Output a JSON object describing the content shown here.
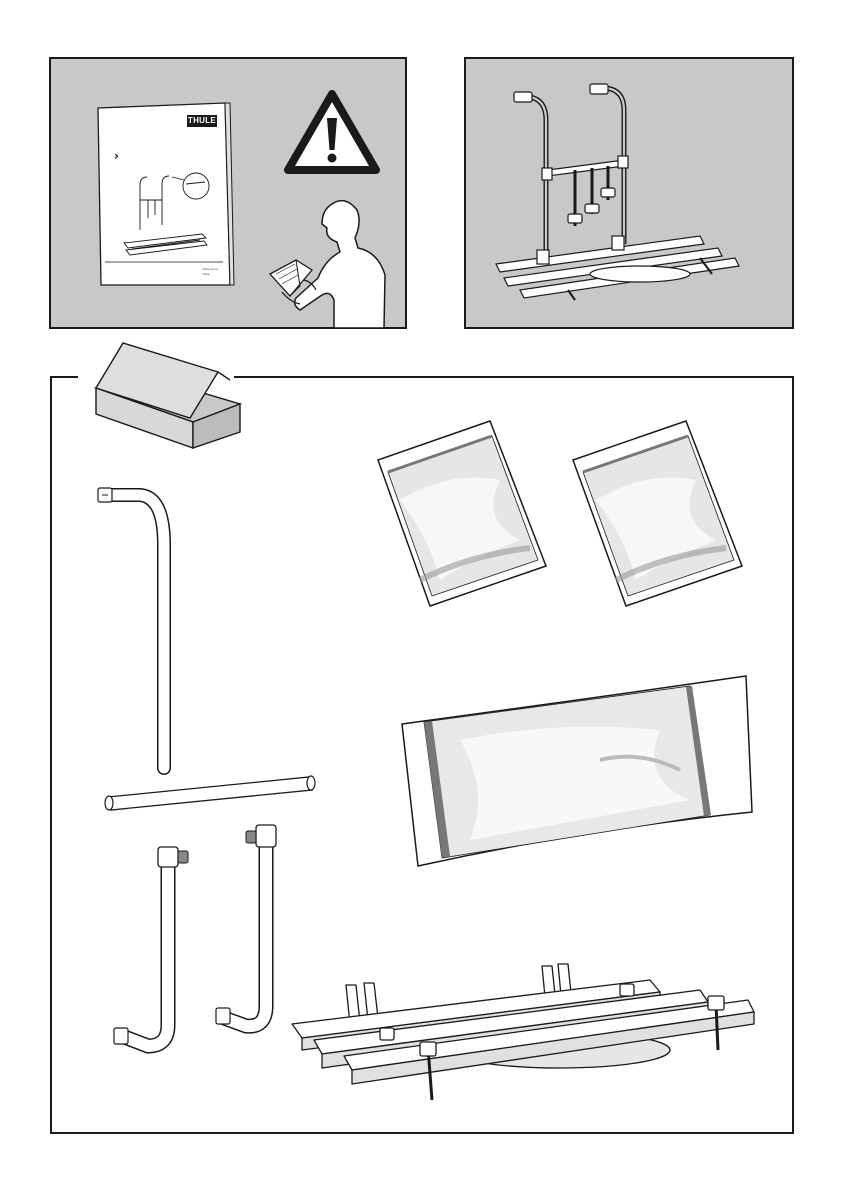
{
  "manual": {
    "brand": "THULE",
    "chevron": "›",
    "footer_line_1": "Thule art.no",
    "footer_line_2": "Thule"
  },
  "icons": {
    "warning": "warning-triangle-icon",
    "box": "package-box-icon"
  },
  "colors": {
    "panel_bg": "#c8c8c8",
    "stroke": "#1a1a1a",
    "part_fill": "#ffffff",
    "bag_fill": "#e6e6e6"
  }
}
